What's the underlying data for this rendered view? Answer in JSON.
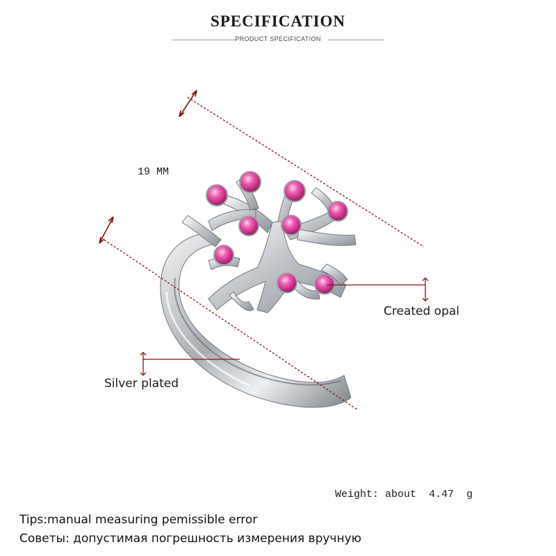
{
  "header": {
    "title": "SPECIFICATION",
    "subtitle": "PRODUCT SPECIFICATION"
  },
  "product_image": {
    "subject": "ring-icon"
  },
  "annotations": {
    "dimension": "19 MM",
    "stone": "Created opal",
    "plating": "Silver plated"
  },
  "weight": {
    "label": "Weight:",
    "prefix": "about",
    "value": "4.47",
    "unit": "g"
  },
  "tips": {
    "en": "Tips:manual measuring pemissible error",
    "ru": "Советы: допустимая погрешность измерения вручную"
  },
  "colors": {
    "opal": "#e0449a",
    "metal": "#c9ccd0",
    "dim_line": "#7a1515"
  }
}
